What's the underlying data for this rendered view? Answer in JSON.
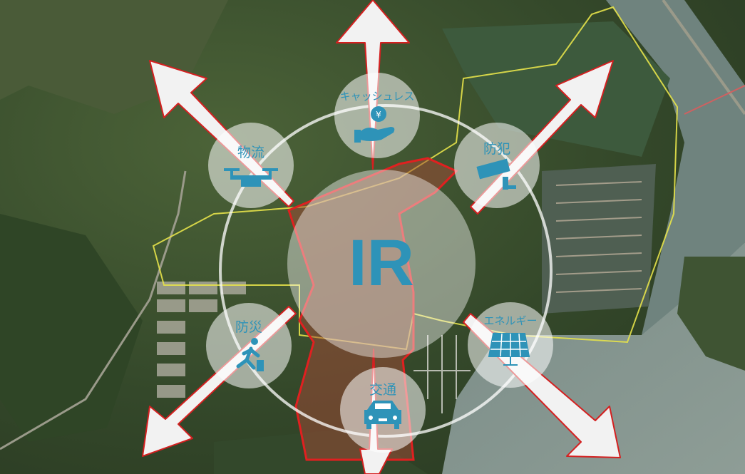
{
  "center": {
    "label": "IR"
  },
  "nodes": [
    {
      "id": "cashless",
      "label": "キャッシュレス",
      "icon": "cashless-hand-coin-icon"
    },
    {
      "id": "crime",
      "label": "防犯",
      "icon": "security-camera-icon"
    },
    {
      "id": "energy",
      "label": "エネルギー",
      "icon": "solar-panel-icon"
    },
    {
      "id": "traffic",
      "label": "交通",
      "icon": "car-icon"
    },
    {
      "id": "disaster",
      "label": "防災",
      "icon": "running-person-exit-icon"
    },
    {
      "id": "logistics",
      "label": "物流",
      "icon": "drone-icon"
    }
  ],
  "colors": {
    "accent": "#2E93B8",
    "arrow_fill": "#F2F2F2",
    "arrow_stroke": "#D42020",
    "boundary_red": "#E02020",
    "boundary_yellow": "#E6E24A"
  }
}
